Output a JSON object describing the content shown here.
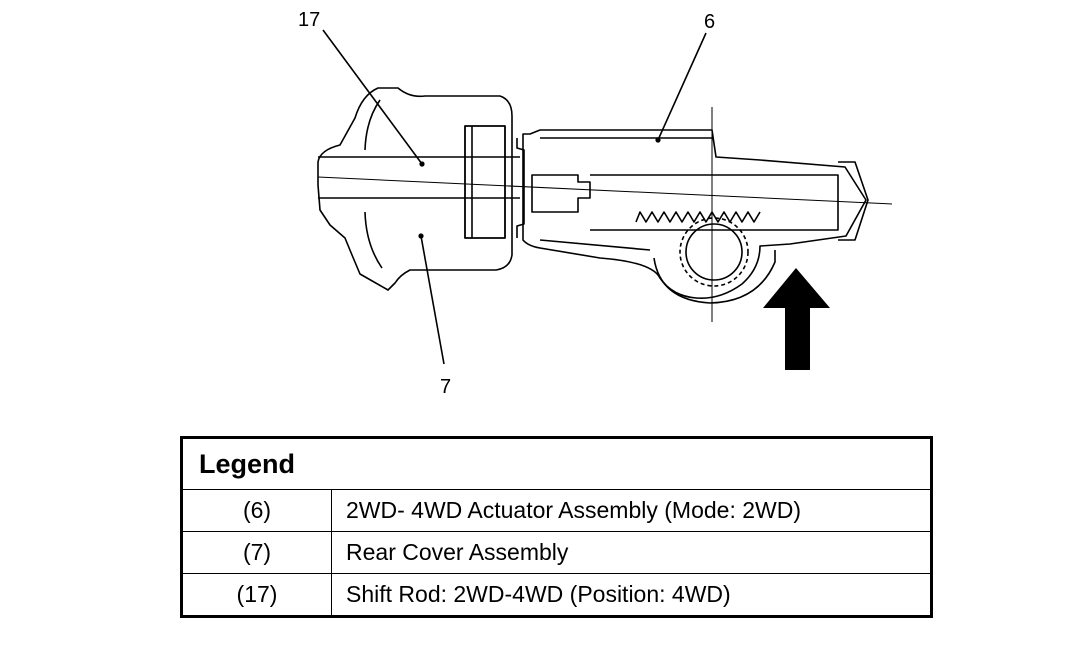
{
  "callouts": {
    "c17": "17",
    "c6": "6",
    "c7": "7"
  },
  "legend": {
    "title": "Legend",
    "rows": [
      {
        "ref": "(6)",
        "text": "2WD- 4WD Actuator Assembly (Mode: 2WD)"
      },
      {
        "ref": "(7)",
        "text": "Rear Cover Assembly"
      },
      {
        "ref": "(17)",
        "text": "Shift Rod: 2WD-4WD (Position: 4WD)"
      }
    ]
  }
}
